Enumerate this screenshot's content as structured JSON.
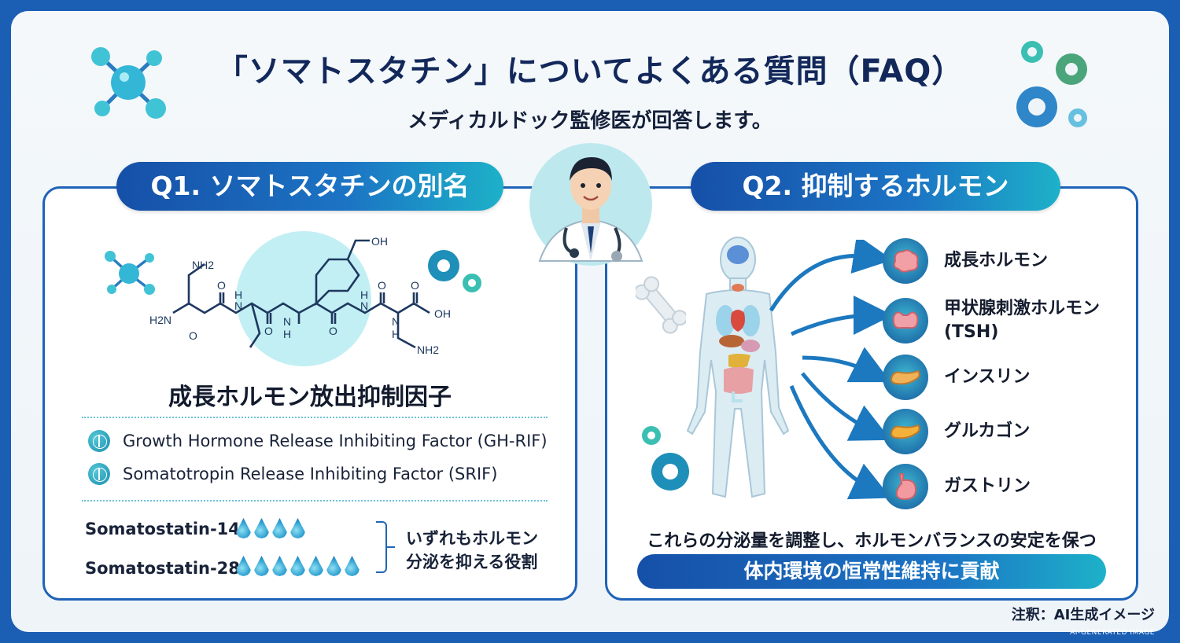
{
  "header": {
    "title": "「ソマトスタチン」についてよくある質問（FAQ）",
    "subtitle": "メディカルドック監修医が回答します。"
  },
  "q1": {
    "heading": "Q1. ソマトスタチンの別名",
    "japanese_name": "成長ホルモン放出抑制因子",
    "molecule_labels": [
      "NH2",
      "H2N",
      "O",
      "O",
      "H",
      "N",
      "O",
      "N",
      "H",
      "O",
      "OH",
      "H",
      "N",
      "O",
      "N",
      "H",
      "O",
      "OH",
      "NH2"
    ],
    "english_names": [
      "Growth Hormone Release Inhibiting Factor (GH-RIF)",
      "Somatotropin Release Inhibiting Factor (SRIF)"
    ],
    "forms": [
      {
        "label": "Somatostatin-14",
        "drops": 4
      },
      {
        "label": "Somatostatin-28",
        "drops": 7
      }
    ],
    "note_line1": "いずれもホルモン",
    "note_line2": "分泌を抑える役割"
  },
  "q2": {
    "heading": "Q2. 抑制するホルモン",
    "hormones": [
      {
        "line1": "成長ホルモン",
        "line2": "",
        "icon": "brain-icon"
      },
      {
        "line1": "甲状腺刺激ホルモン",
        "line2": "(TSH)",
        "icon": "thyroid-icon"
      },
      {
        "line1": "インスリン",
        "line2": "",
        "icon": "pancreas-icon"
      },
      {
        "line1": "グルカゴン",
        "line2": "",
        "icon": "pancreas-icon"
      },
      {
        "line1": "ガストリン",
        "line2": "",
        "icon": "stomach-icon"
      }
    ],
    "balance_text": "これらの分泌量を調整し、ホルモンバランスの安定を保つ",
    "contribution": "体内環境の恒常性維持に貢献"
  },
  "footer": {
    "note": "注釈：AI生成イメージ",
    "ai_tag": "AI-GENERATED IMAGE"
  },
  "colors": {
    "frame": "#1a5fb4",
    "navy": "#13285a",
    "teal": "#1db1c9",
    "gear_teal": "#3bbfb3",
    "gear_blue": "#2f86c9"
  }
}
